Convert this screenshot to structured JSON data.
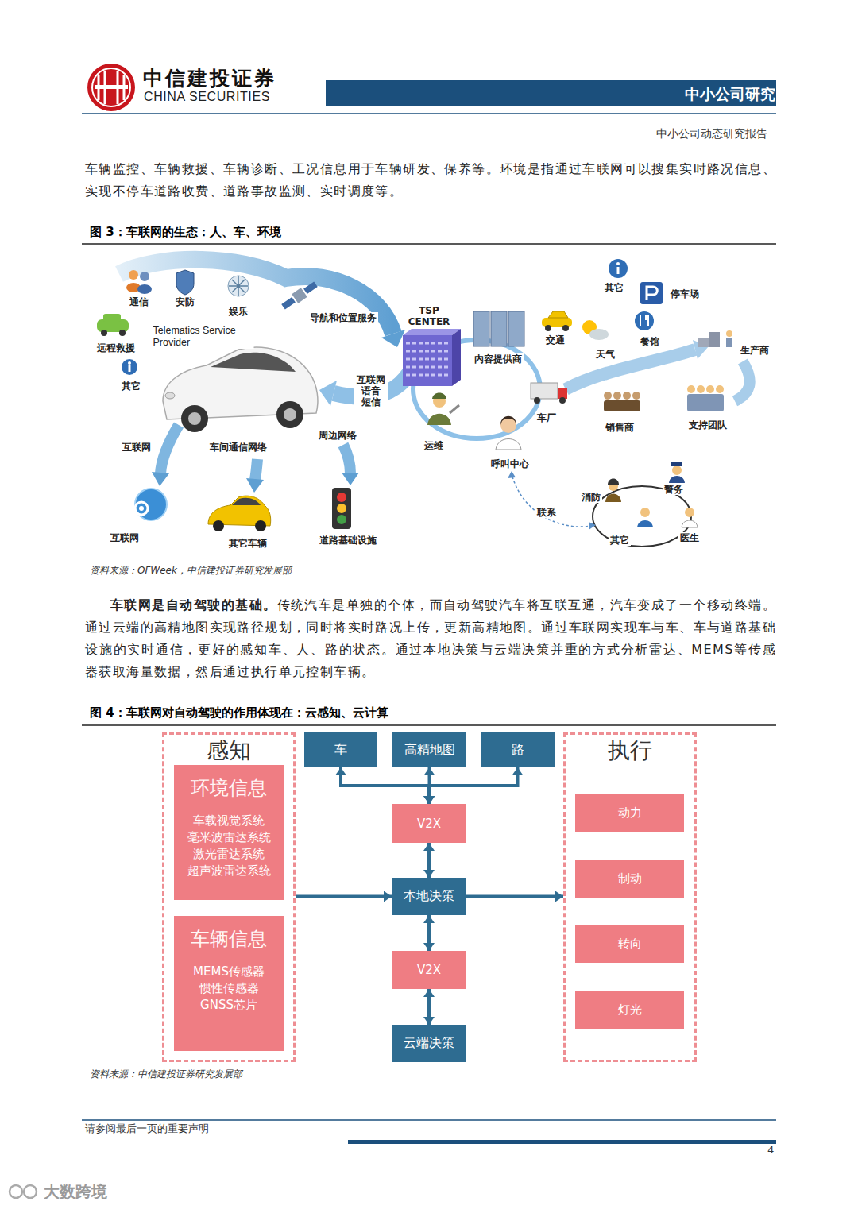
{
  "diagram": {
    "nodes": [
      {
        "text": [
          "感知"
        ]
      },
      {
        "text": [
          "环境信息",
          "车载视觉系统 毫米波雷达系统 激光雷达系统 超声波雷达系统"
        ],
        "in": 0
      },
      {
        "text": [
          "车辆信息",
          "MEMS传感器 惯性传感器 GNSS芯片"
        ],
        "in": 0
      },
      {
        "text": [
          "车"
        ]
      },
      {
        "text": [
          "高精地图"
        ]
      },
      {
        "text": [
          "路"
        ]
      },
      {
        "text": [
          "V2X"
        ]
      },
      {
        "text": [
          "本地决策"
        ]
      },
      {
        "text": [
          "V2X"
        ]
      },
      {
        "text": [
          "云端决策"
        ]
      },
      {
        "text": [
          "执行"
        ]
      },
      {
        "text": [
          "动力"
        ],
        "in": 10
      },
      {
        "text": [
          "制动"
        ],
        "in": 10
      },
      {
        "text": [
          "转向"
        ],
        "in": 10
      },
      {
        "text": [
          "灯光"
        ],
        "in": 10
      }
    ],
    "edges": [
      {
        "from": 0,
        "to": 7,
        "arrow": "to"
      },
      {
        "from": 7,
        "to": 10,
        "arrow": "to"
      },
      {
        "from": 6,
        "to": 3,
        "arrow": "both"
      },
      {
        "from": 6,
        "to": 4,
        "arrow": "both"
      },
      {
        "from": 6,
        "to": 5,
        "arrow": "both"
      },
      {
        "from": 6,
        "to": 7,
        "arrow": "both"
      },
      {
        "from": 7,
        "to": 8,
        "arrow": "both"
      },
      {
        "from": 8,
        "to": 9,
        "arrow": "both"
      }
    ],
    "labels": [
      "中信建投证券",
      "CHINA SECURITIES",
      "中小公司研究",
      "中小公司动态研究报告",
      "车辆监控、车辆救援、车辆诊断、工况信息用于车辆研发、保养等。环境是指通过车联网可以搜集实时路况信息、实现不停车道路收费、道路事故监测、实时调度等。",
      "图 3：车联网的生态：人、车、环境",
      "通信",
      "安防",
      "娱乐",
      "导航和位置服务",
      "Telematics Service Provider",
      "远程救援",
      "其它",
      "互联网",
      "车间通信网络",
      "周边网络",
      "互联网",
      "其它车辆",
      "道路基础设施",
      "互联网 语音 短信",
      "TSP CENTER",
      "内容提供商",
      "运维",
      "呼叫中心",
      "车厂",
      "交通",
      "天气",
      "餐馆",
      "其它",
      "停车场",
      "生产商",
      "销售商",
      "支持团队",
      "消防",
      "警务",
      "联系",
      "其它",
      "医生",
      "资料来源：OFWeek，中信建投证券研究发展部",
      "车联网是自动驾驶的基础。",
      "传统汽车是单独的个体，而自动驾驶汽车将互联互通，汽车变成了一个移动终端。通过云端的高精地图实现路径规划，同时将实时路况上传，更新高精地图。通过车联网实现车与车、车与道路基础设施的实时通信，更好的感知车、人、路的状态。通过本地决策与云端决策并重的方式分析雷达、MEMS等传感器获取海量数据，然后通过执行单元控制车辆。",
      "图 4：车联网对自动驾驶的作用体现在：云感知、云计算",
      "资料来源：中信建投证券研究发展部",
      "请参阅最后一页的重要声明",
      "4",
      "大数跨境"
    ]
  }
}
